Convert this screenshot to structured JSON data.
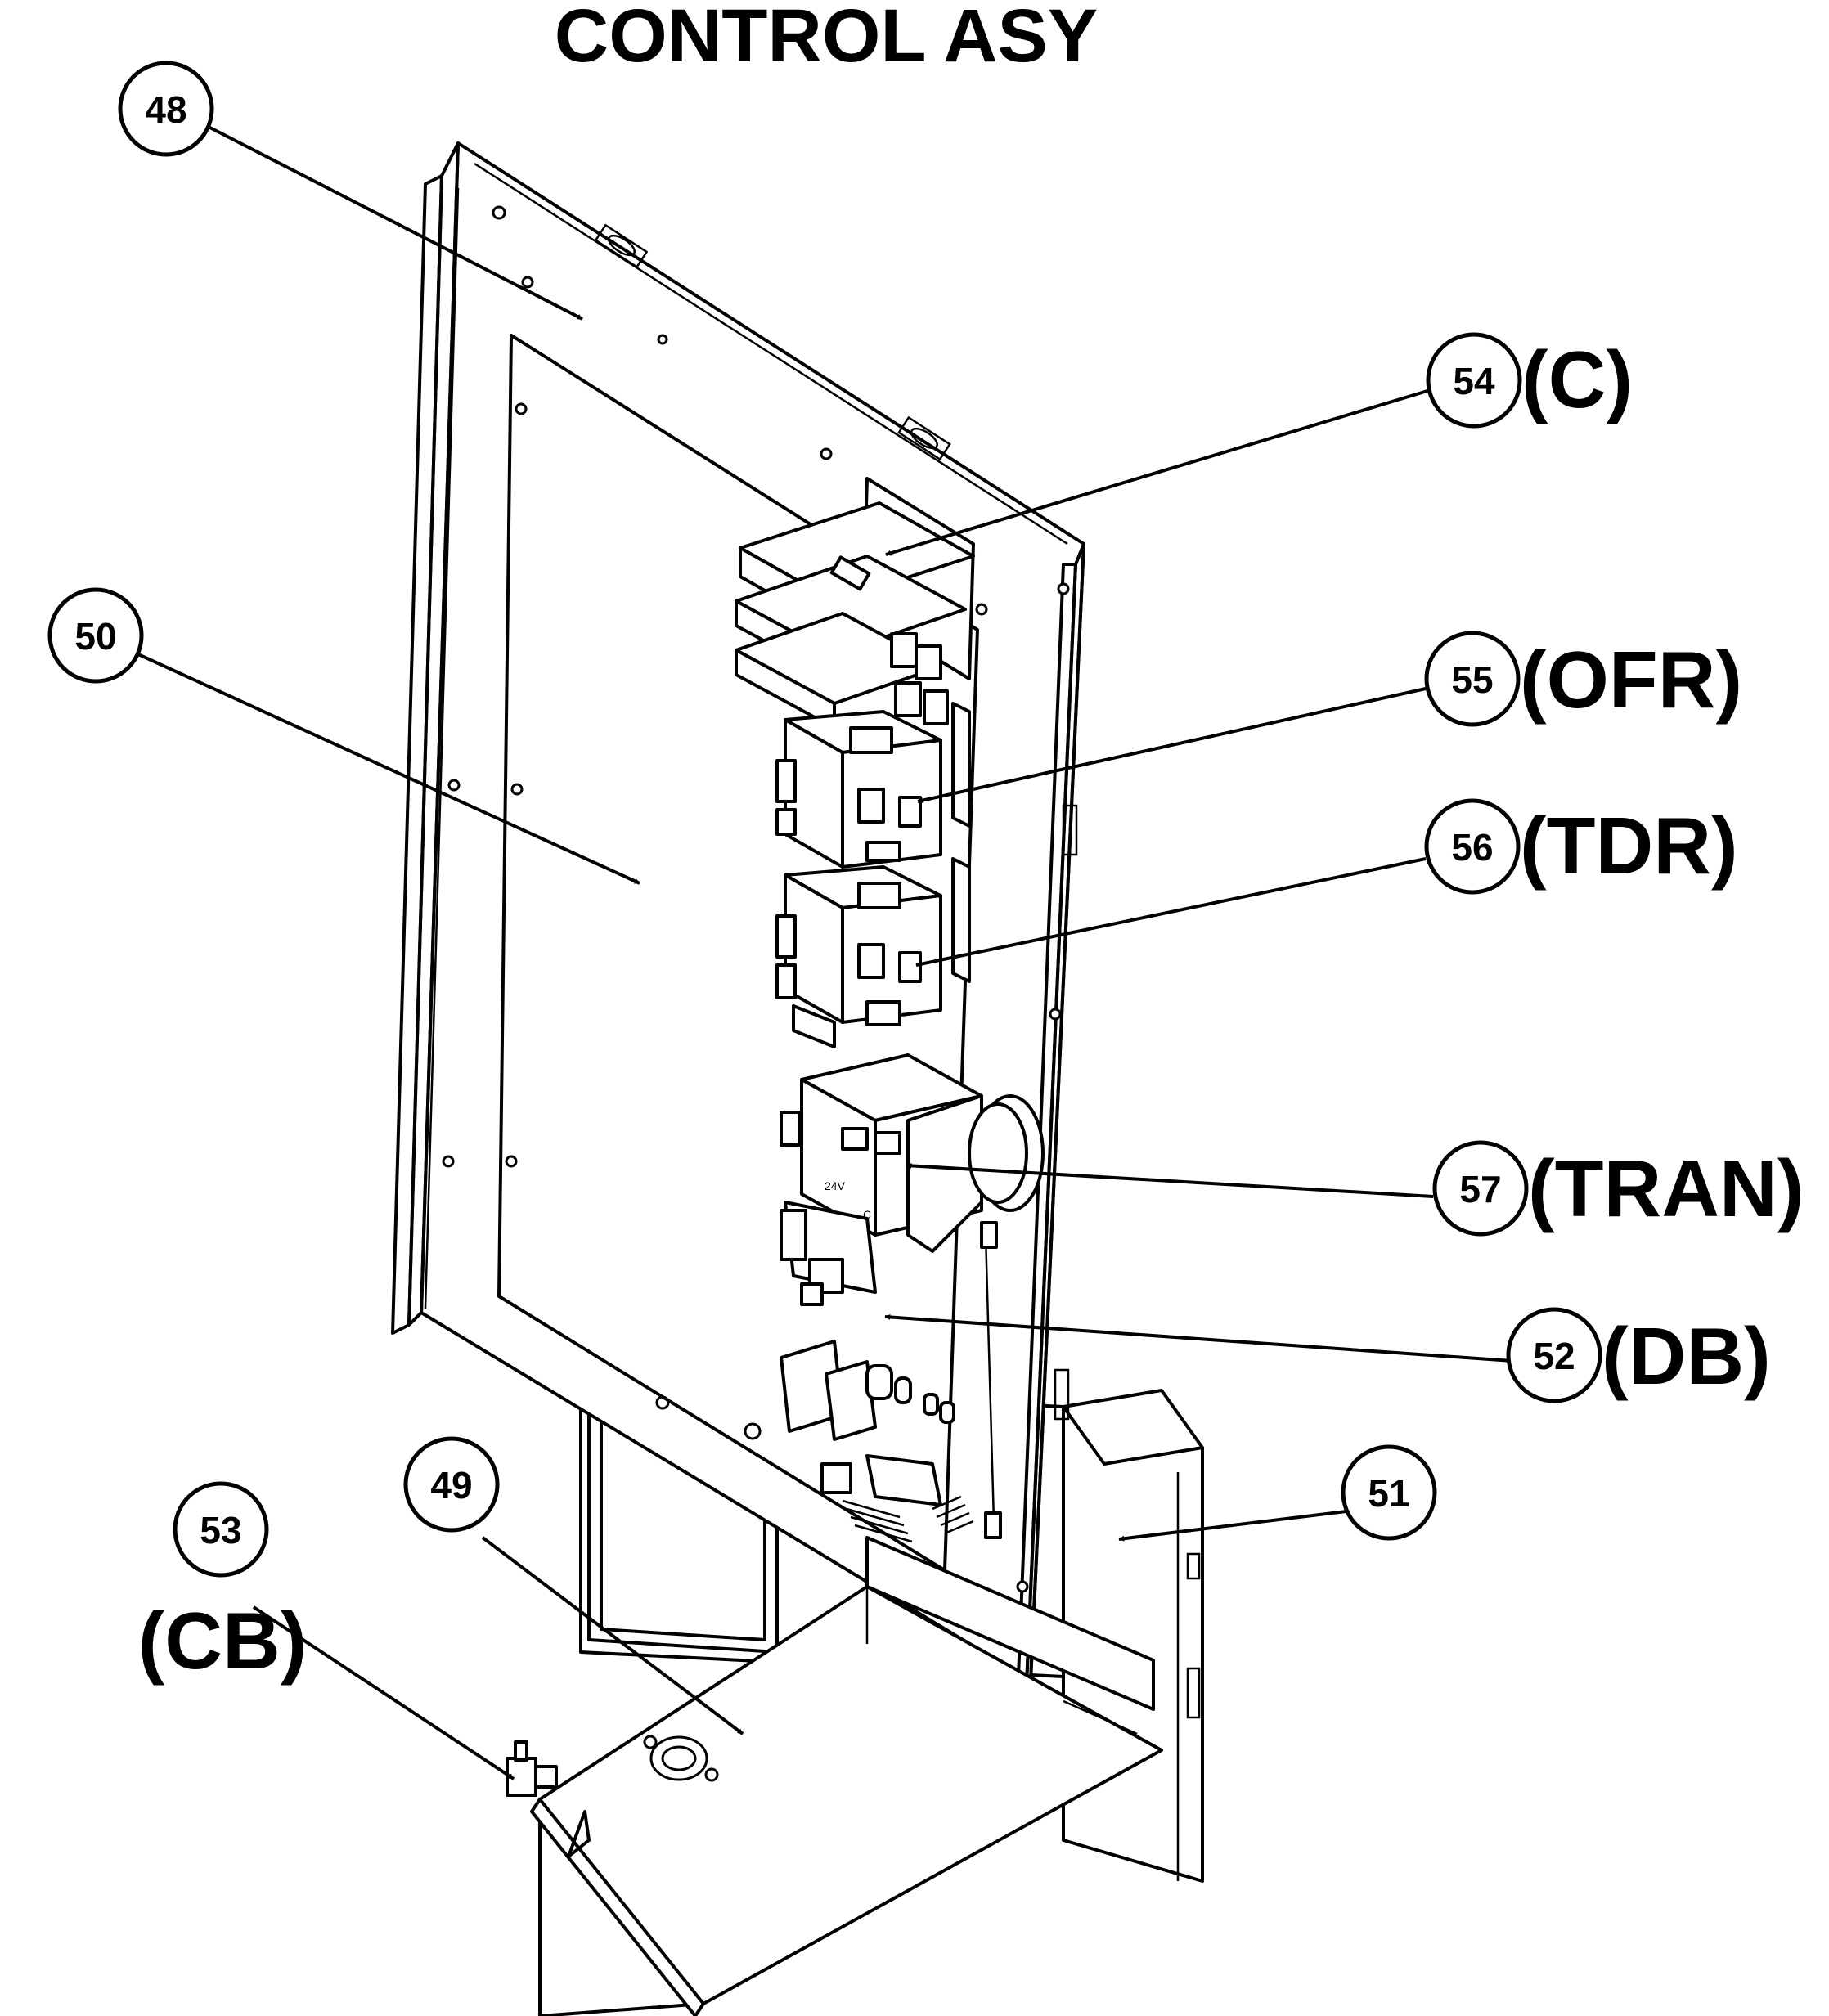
{
  "title": "CONTROL ASY",
  "callouts": [
    {
      "id": "c48",
      "number": "48",
      "code": ""
    },
    {
      "id": "c50",
      "number": "50",
      "code": ""
    },
    {
      "id": "c54",
      "number": "54",
      "code": "(C)"
    },
    {
      "id": "c55",
      "number": "55",
      "code": "(OFR)"
    },
    {
      "id": "c56",
      "number": "56",
      "code": "(TDR)"
    },
    {
      "id": "c57",
      "number": "57",
      "code": "(TRAN)"
    },
    {
      "id": "c52",
      "number": "52",
      "code": "(DB)"
    },
    {
      "id": "c51",
      "number": "51",
      "code": ""
    },
    {
      "id": "c49",
      "number": "49",
      "code": ""
    },
    {
      "id": "c53",
      "number": "53",
      "code": "(CB)"
    }
  ]
}
